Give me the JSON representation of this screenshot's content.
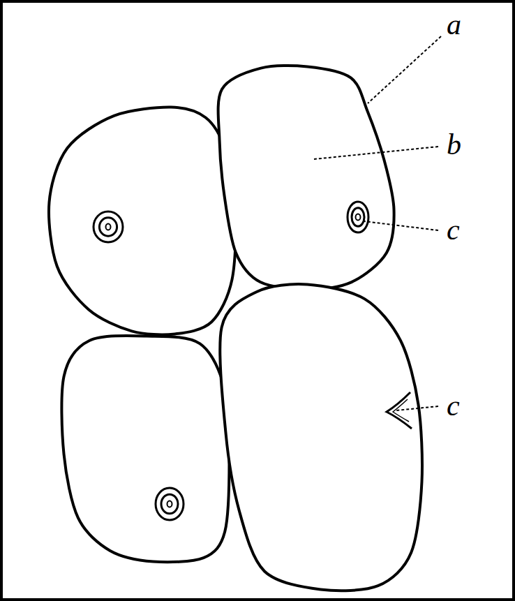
{
  "diagram": {
    "labels": [
      "a",
      "b",
      "c",
      "c"
    ]
  }
}
